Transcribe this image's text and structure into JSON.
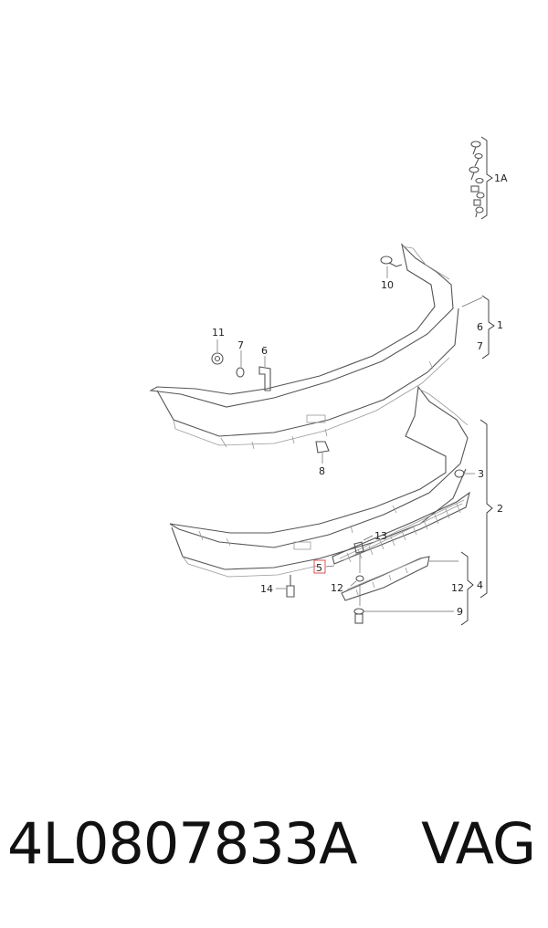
{
  "diagram": {
    "labels": {
      "l1a": "1A",
      "l1": "1",
      "l6": "6",
      "l7a": "7",
      "l10": "10",
      "l11": "11",
      "l7b": "7",
      "l6b": "6",
      "l8": "8",
      "l3": "3",
      "l2": "2",
      "l13": "13",
      "l5": "5",
      "l12a": "12",
      "l12b": "12",
      "l4": "4",
      "l14": "14",
      "l9": "9"
    },
    "highlight_color": "#e05050"
  },
  "footer": {
    "part_number": "4L0807833A",
    "brand": "VAG"
  }
}
